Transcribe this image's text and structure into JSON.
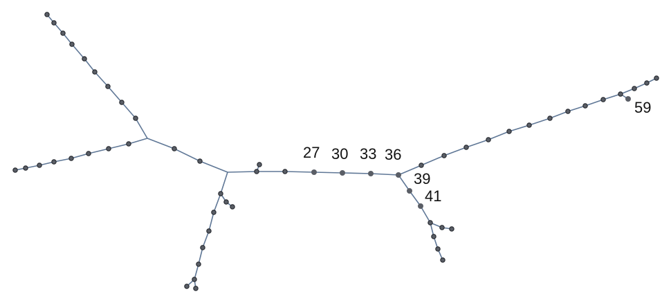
{
  "graph": {
    "type": "tree",
    "colors": {
      "edge": "#5f7796",
      "node_fill": "#5a5e66",
      "node_stroke": "#23262c",
      "highlight": "#c00000",
      "label": "#111111"
    },
    "highlighted_nodes": [
      {
        "id": 27,
        "label": "27"
      },
      {
        "id": 30,
        "label": "30"
      },
      {
        "id": 33,
        "label": "33"
      },
      {
        "id": 36,
        "label": "36"
      },
      {
        "id": 39,
        "label": "39"
      },
      {
        "id": 41,
        "label": "41"
      },
      {
        "id": 59,
        "label": "59"
      }
    ]
  }
}
